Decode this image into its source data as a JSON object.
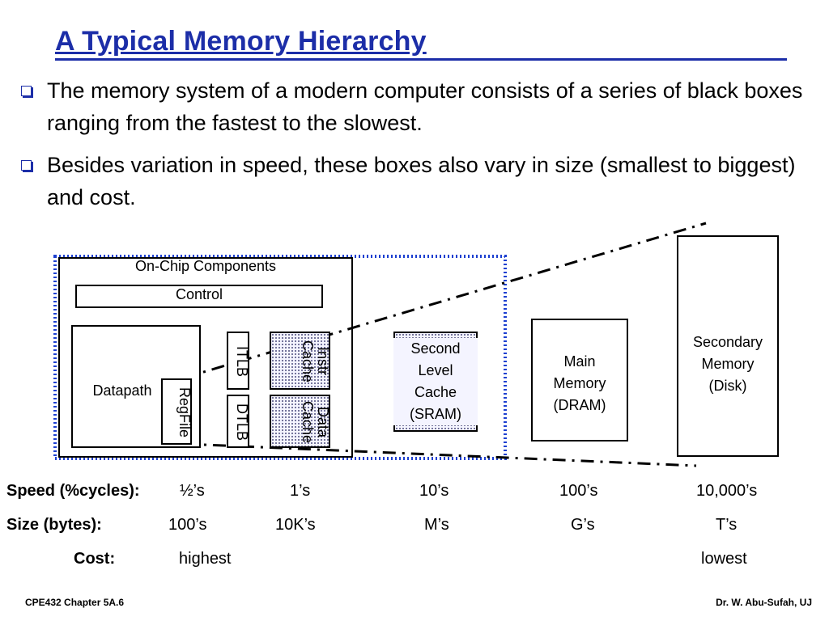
{
  "title": "A Typical Memory Hierarchy",
  "bullets": [
    "The memory system of a modern computer consists of a series of black boxes ranging from the fastest to the slowest.",
    "Besides variation in speed, these boxes also vary in size (smallest to biggest) and cost."
  ],
  "diagram": {
    "on_chip_label": "On-Chip Components",
    "control": "Control",
    "datapath": "Datapath",
    "regfile": "RegFile",
    "itlb": "ITLB",
    "dtlb": "DTLB",
    "instr_cache": "Instr\nCache",
    "data_cache": "Data\nCache",
    "second_level_cache": "Second\nLevel\nCache\n(SRAM)",
    "main_memory": "Main\nMemory\n(DRAM)",
    "secondary_memory": "Secondary\nMemory\n(Disk)"
  },
  "rows": {
    "speed": {
      "label": "Speed (%cycles):",
      "values": [
        "½’s",
        "1’s",
        "10’s",
        "100’s",
        "10,000’s"
      ]
    },
    "size": {
      "label": "Size (bytes):",
      "values": [
        "100’s",
        "10K’s",
        "M’s",
        "G’s",
        "T’s"
      ]
    },
    "cost": {
      "label": "Cost:",
      "values": [
        "highest",
        "lowest"
      ]
    }
  },
  "footer": {
    "left": "CPE432  Chapter 5A.6",
    "right": "Dr. W. Abu-Sufah, UJ"
  },
  "colors": {
    "title": "#1c2ea8",
    "dotted_border": "#1c3fd0"
  }
}
